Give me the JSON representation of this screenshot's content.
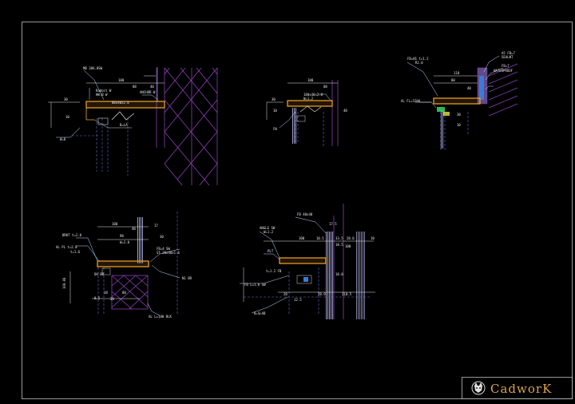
{
  "colors": {
    "background": "#000000",
    "sheet_border": "#d9d9d9",
    "profile": "#f5a623",
    "gridline": "#6b6bd6",
    "lattice": "#8a3fb5",
    "leader": "#b8e2ff",
    "text": "#e8e8e8",
    "brand": "#d8a548"
  },
  "brand": {
    "logo_icon": "wolf-head-icon",
    "name": "CadworK"
  },
  "details": {
    "d1": {
      "labels": [
        "MB 38A.8SW",
        "Rabbit W",
        "HW.B W",
        "ANCHOR W",
        "80x40x2.0",
        "W=8",
        "B=LA"
      ],
      "dims": [
        "180",
        "88",
        "40",
        "30",
        "10"
      ]
    },
    "d2": {
      "labels": [
        "180x40x2.0",
        "W=1.2",
        "FW"
      ],
      "dims": [
        "180",
        "88",
        "40",
        "30",
        "10"
      ]
    },
    "d3": {
      "labels": [
        "A5 FB=7",
        "SEALNT",
        "FB=7",
        "FB=N1 t=1.2",
        "R2.0",
        "AL FL=5200",
        "WATERPROOF"
      ],
      "dims": [
        "110",
        "80",
        "40",
        "30",
        "10"
      ]
    },
    "d4": {
      "labels": [
        "BRKT t=2.0",
        "AL PL t=2.0",
        "FB=4 SW",
        "ST 20x40x1.6",
        "t=1.6",
        "W=2.0",
        "N1 BR",
        "OH BR",
        "AL L=100 BLK"
      ],
      "dims": [
        "100",
        "98",
        "40",
        "17",
        "30",
        "88",
        "18",
        "8.5",
        "29",
        "100.00"
      ]
    },
    "d5": {
      "labels": [
        "FB 40x40",
        "ANGLE SW",
        "W=1.2",
        "PLT",
        "t=1.2 FB",
        "FB L=1.6 SW",
        "B=SLAB"
      ],
      "dims": [
        "17.5",
        "100",
        "10.5",
        "33.5",
        "28.6",
        "10",
        "18.5",
        "100",
        "28.9",
        "18.0",
        "110.5",
        "28",
        "12.5"
      ]
    }
  }
}
